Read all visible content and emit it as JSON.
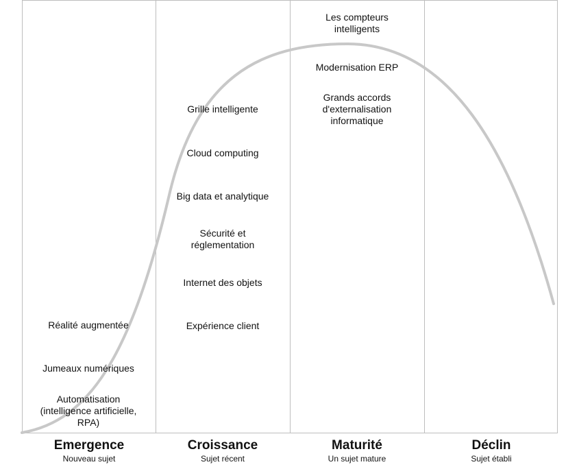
{
  "colors": {
    "curve": "#c8c8c8",
    "grid": "#bdbdbd",
    "text": "#111111"
  },
  "phases": [
    {
      "title": "Emergence",
      "subtitle": "Nouveau sujet",
      "topics": [
        "Réalité augmentée",
        "Jumeaux numériques",
        "Automatisation\n(intelligence artificielle,\nRPA)"
      ]
    },
    {
      "title": "Croissance",
      "subtitle": "Sujet récent",
      "topics": [
        "Grille intelligente",
        "Cloud computing",
        "Big data et analytique",
        "Sécurité et\nréglementation",
        "Internet des objets",
        "Expérience client"
      ]
    },
    {
      "title": "Maturité",
      "subtitle": "Un sujet mature",
      "topics": [
        "Les compteurs\nintelligents",
        "Modernisation ERP",
        "Grands accords\nd'externalisation\ninformatique"
      ]
    },
    {
      "title": "Déclin",
      "subtitle": "Sujet établi",
      "topics": []
    }
  ]
}
